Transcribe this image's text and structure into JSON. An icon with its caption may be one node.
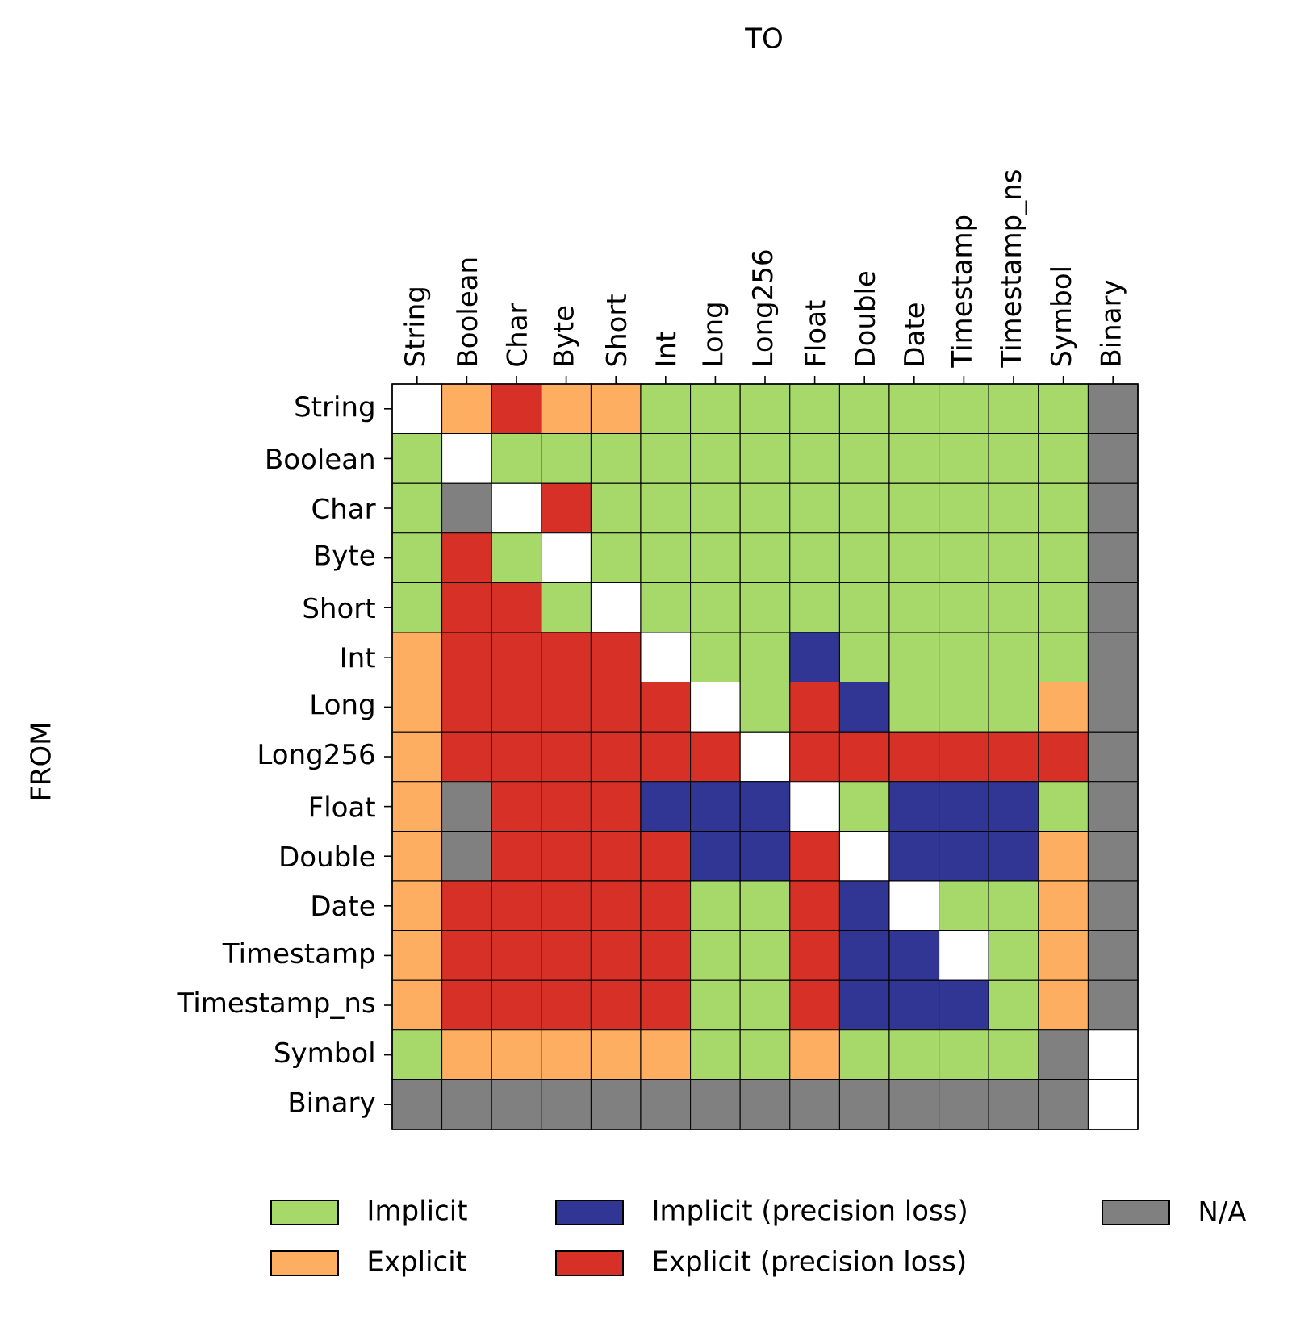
{
  "diagram": {
    "labels": [
      "TO",
      "String",
      "Boolean",
      "Char",
      "Byte",
      "Short",
      "Int",
      "Long",
      "Long256",
      "Float",
      "Double",
      "Date",
      "Timestamp",
      "Timestamp_ns",
      "Symbol",
      "Binary",
      "String",
      "Boolean",
      "Char",
      "Byte",
      "Short",
      "Int",
      "Long",
      "Long256",
      "Float",
      "Double",
      "Date",
      "Timestamp",
      "Timestamp_ns",
      "Symbol",
      "Binary",
      "FROM"
    ],
    "legend": [
      {
        "text": "Implicit",
        "color": "#a6d96a"
      },
      {
        "text": "Explicit",
        "color": "#fdae61"
      },
      {
        "text": "Implicit (precision loss)",
        "color": "#313695"
      },
      {
        "text": "Explicit (precision loss)",
        "color": "#d73027"
      },
      {
        "text": "N/A",
        "color": "#808080"
      }
    ]
  }
}
